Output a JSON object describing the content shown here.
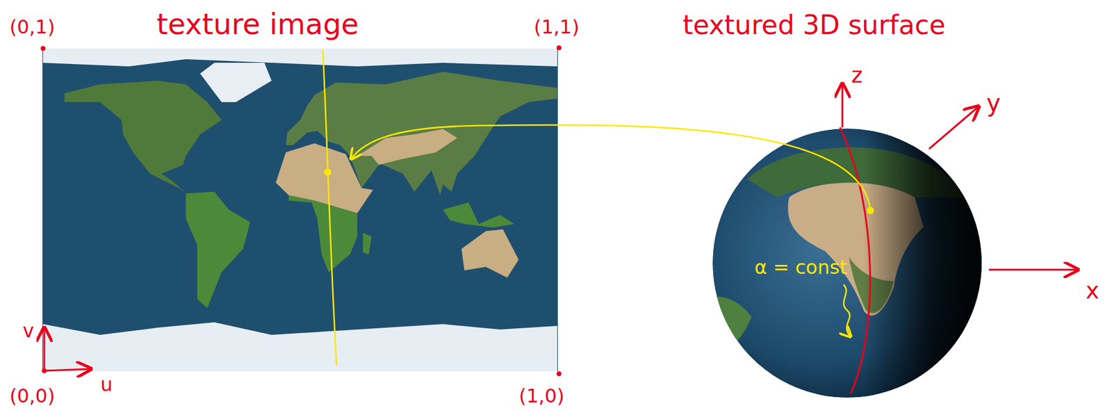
{
  "diagram": {
    "labels": [
      "(0,1)",
      "texture image",
      "(1,1)",
      "textured 3D surface",
      "z",
      "y",
      "α = const",
      "x",
      "v",
      "u",
      "(0,0)",
      "(1,0)"
    ]
  }
}
